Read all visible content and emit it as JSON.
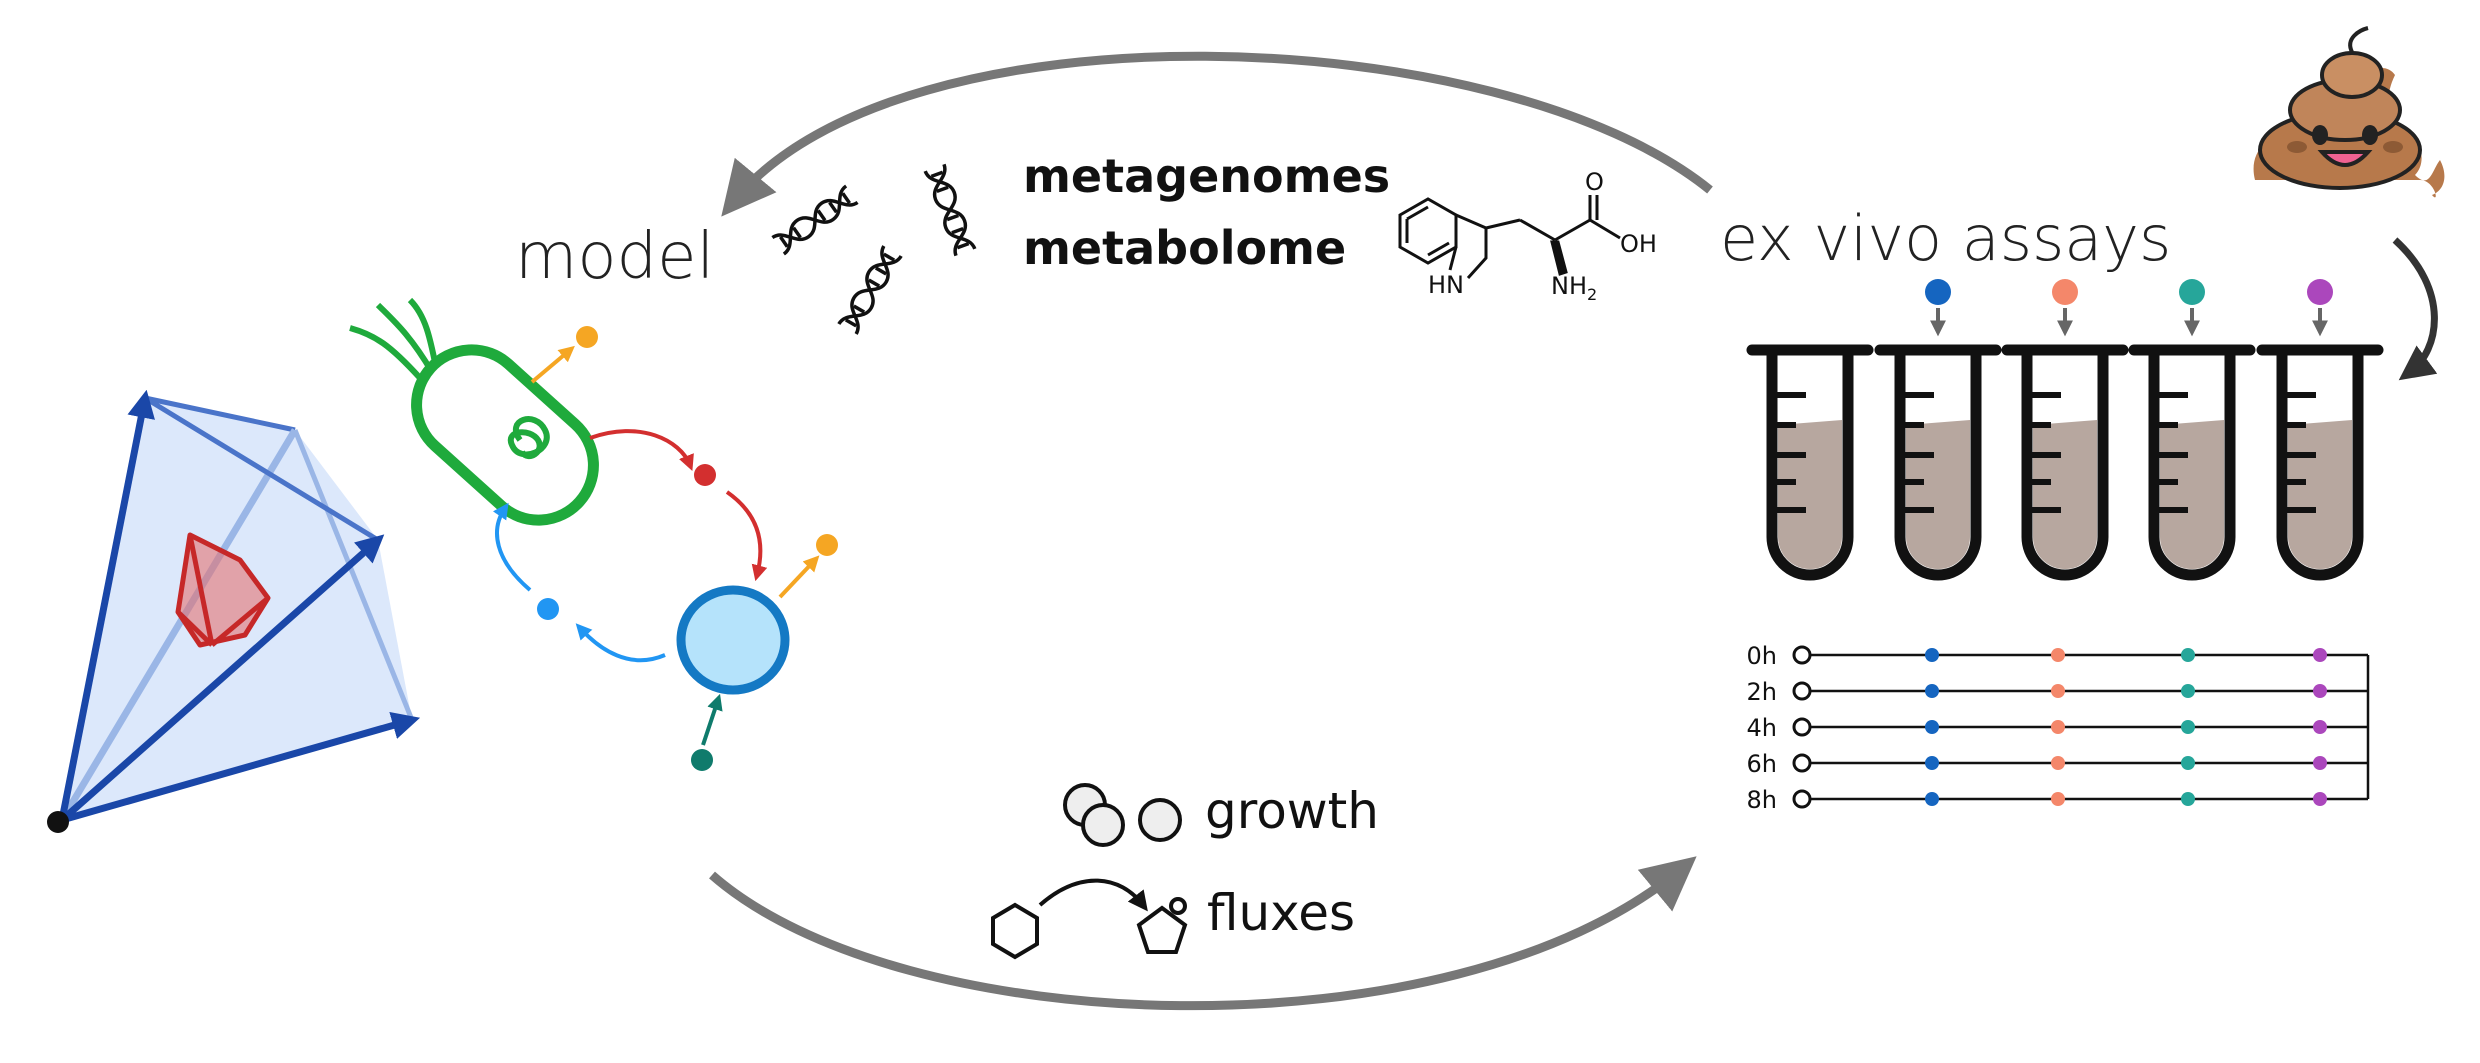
{
  "labels": {
    "model": "model",
    "ex_vivo": "ex vivo assays",
    "metagenomes": "metagenomes",
    "metabolome": "metabolome",
    "growth": "growth",
    "fluxes": "fluxes"
  },
  "molecule": {
    "hn": "HN",
    "nh2": "NH",
    "nh2_sub": "2",
    "oh": "OH",
    "o": "O"
  },
  "timepoints": [
    "0h",
    "2h",
    "4h",
    "6h",
    "8h"
  ],
  "colors": {
    "cycle_arrow": "#777777",
    "polytope_fill": "#dce8fb",
    "polytope_stroke": "#1a47a8",
    "inner_poly": "#c62828",
    "bacterium": "#1faa3c",
    "cell_fill": "#b5e3fb",
    "cell_stroke": "#1479c4",
    "dot_orange": "#f5a623",
    "dot_red": "#d32f2f",
    "dot_blue": "#2196f3",
    "dot_teal_dark": "#0f7b6c",
    "tube_stroke": "#111111",
    "tube_fill": "#b7a79f",
    "marker_blue": "#1565c0",
    "marker_salmon": "#f4876a",
    "marker_teal": "#26a69a",
    "marker_purple": "#ab47bc",
    "poop": "#b7794b"
  },
  "icons": [
    "dna-icon",
    "molecule-icon",
    "poop-icon",
    "test-tube-icon",
    "bacterium-icon",
    "cell-icon",
    "polytope-icon",
    "hexagon-icon",
    "pentagon-icon"
  ]
}
